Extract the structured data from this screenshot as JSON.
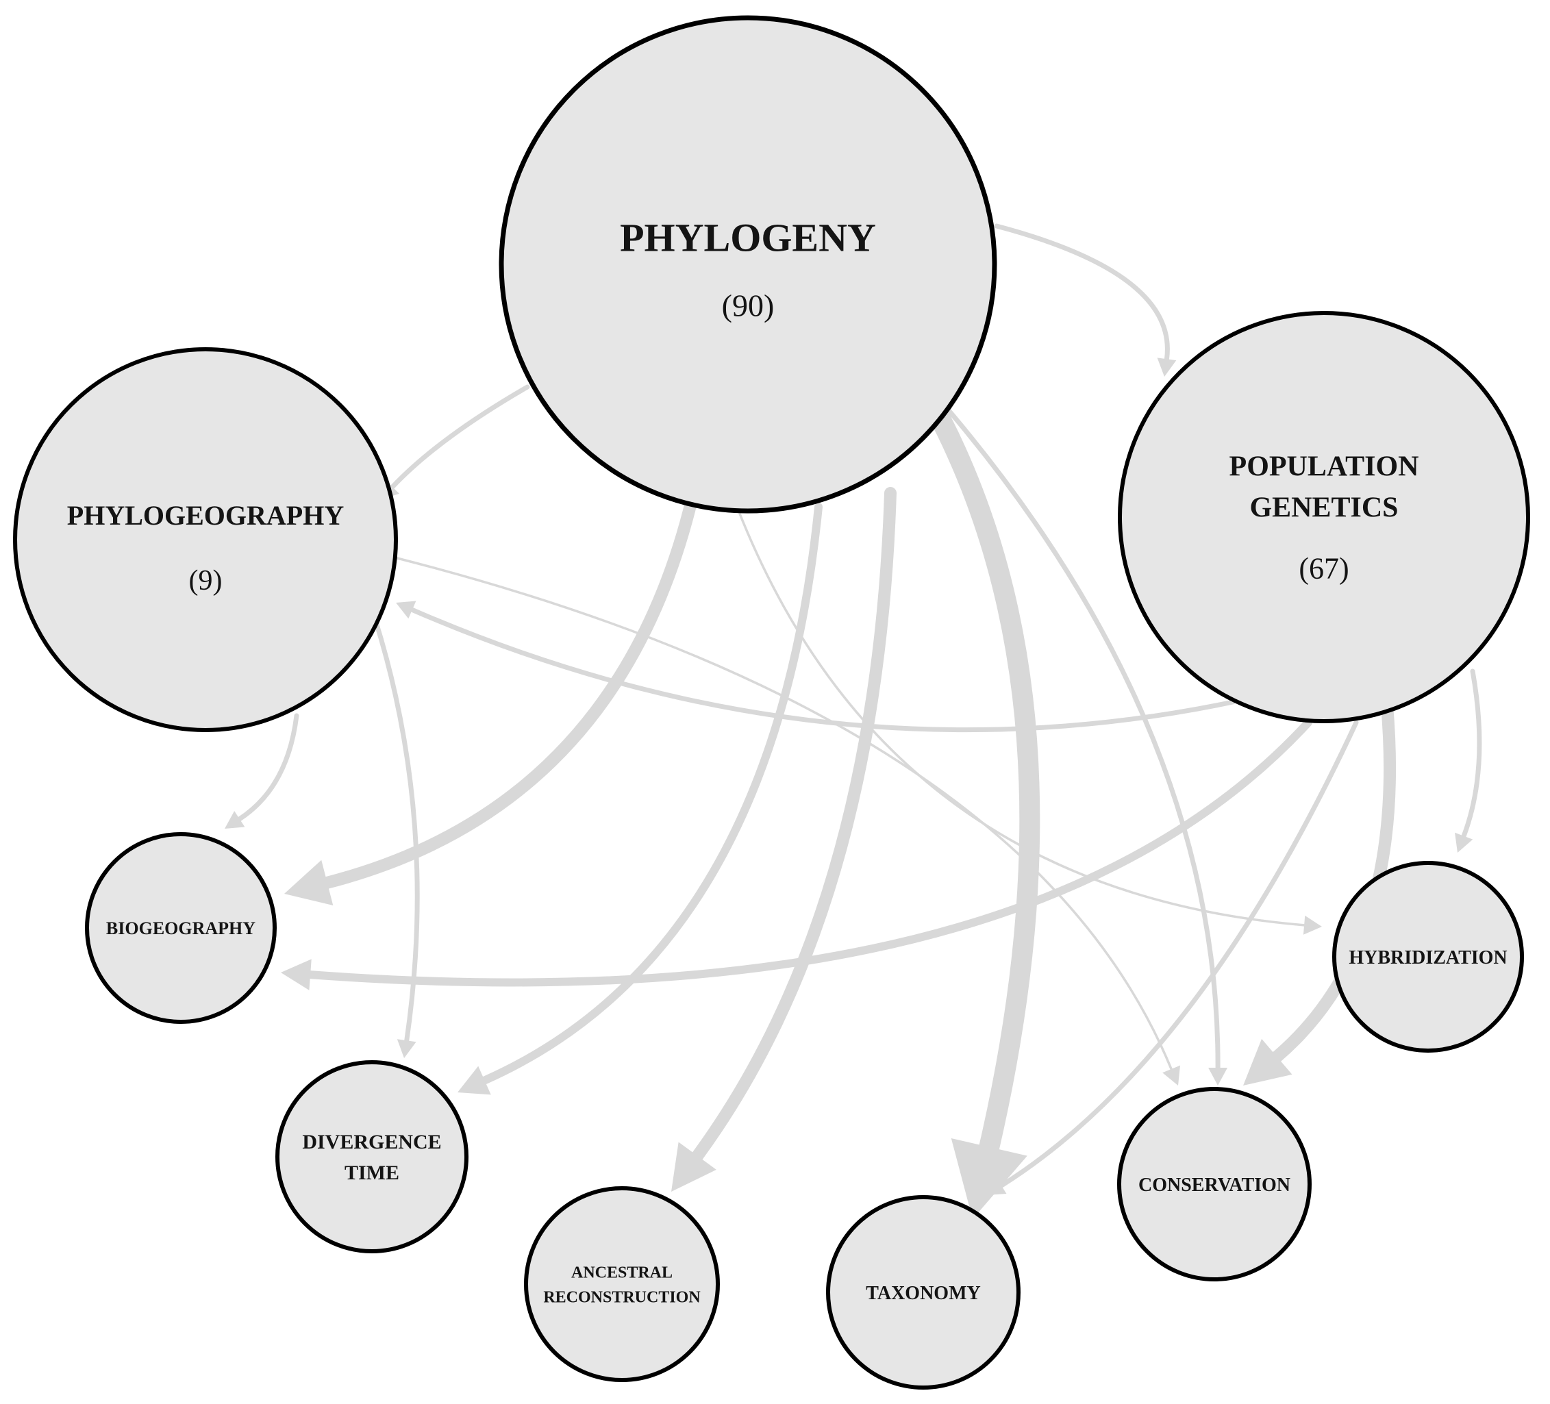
{
  "colors": {
    "edge": "#d8d8d8",
    "node_fill": "#e6e6e6",
    "node_stroke": "#000000",
    "text": "#141414"
  },
  "nodes": {
    "phylogeny": {
      "lines": [
        "PHYLOGENY"
      ],
      "count": "(90)"
    },
    "phylogeography": {
      "lines": [
        "PHYLOGEOGRAPHY"
      ],
      "count": "(9)"
    },
    "population_genetics": {
      "lines": [
        "POPULATION",
        "GENETICS"
      ],
      "count": "(67)"
    },
    "biogeography": {
      "lines": [
        "BIOGEOGRAPHY"
      ]
    },
    "divergence_time": {
      "lines": [
        "DIVERGENCE",
        "TIME"
      ]
    },
    "ancestral_reconstruction": {
      "lines": [
        "ANCESTRAL",
        "RECONSTRUCTION"
      ]
    },
    "taxonomy": {
      "lines": [
        "TAXONOMY"
      ]
    },
    "conservation": {
      "lines": [
        "CONSERVATION"
      ]
    },
    "hybridization": {
      "lines": [
        "HYBRIDIZATION"
      ]
    }
  },
  "edges": [
    {
      "from": "phylogeny",
      "to": "taxonomy",
      "weight": "very-high"
    },
    {
      "from": "phylogeny",
      "to": "ancestral_reconstruction",
      "weight": "high"
    },
    {
      "from": "phylogeny",
      "to": "biogeography",
      "weight": "high"
    },
    {
      "from": "phylogeny",
      "to": "divergence_time",
      "weight": "medium"
    },
    {
      "from": "phylogeny",
      "to": "population_genetics",
      "weight": "low"
    },
    {
      "from": "phylogeny",
      "to": "phylogeography",
      "weight": "low"
    },
    {
      "from": "phylogeny",
      "to": "conservation",
      "weight": "low"
    },
    {
      "from": "phylogeny",
      "to": "hybridization",
      "weight": "very-low"
    },
    {
      "from": "population_genetics",
      "to": "conservation",
      "weight": "high"
    },
    {
      "from": "population_genetics",
      "to": "biogeography",
      "weight": "medium"
    },
    {
      "from": "population_genetics",
      "to": "phylogeography",
      "weight": "low"
    },
    {
      "from": "population_genetics",
      "to": "taxonomy",
      "weight": "low"
    },
    {
      "from": "population_genetics",
      "to": "hybridization",
      "weight": "low"
    },
    {
      "from": "phylogeography",
      "to": "divergence_time",
      "weight": "low"
    },
    {
      "from": "phylogeography",
      "to": "biogeography",
      "weight": "low"
    },
    {
      "from": "phylogeography",
      "to": "conservation",
      "weight": "very-low"
    }
  ]
}
